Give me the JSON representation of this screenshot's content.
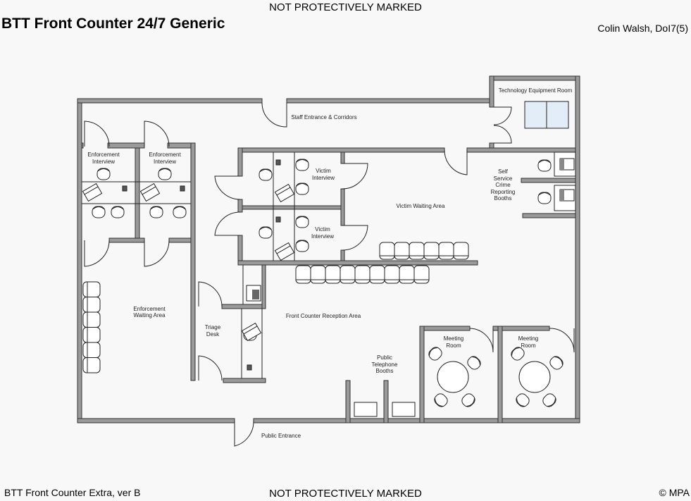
{
  "header": {
    "marking_top": "NOT PROTECTIVELY MARKED",
    "title": "BTT Front Counter 24/7 Generic",
    "author": "Colin Walsh, DoI7(5)"
  },
  "footer": {
    "version": "BTT Front Counter Extra, ver B",
    "marking_bottom": "NOT PROTECTIVELY MARKED",
    "copyright": "© MPA"
  },
  "rooms": {
    "staff_entrance": "Staff Entrance & Corridors",
    "tech_room": "Technology Equipment Room",
    "enf_interview_1": [
      "Enforcement",
      "Interview"
    ],
    "enf_interview_2": [
      "Enforcement",
      "Interview"
    ],
    "victim_interview_1": [
      "Victim",
      "Interview"
    ],
    "victim_interview_2": [
      "Victim",
      "Interview"
    ],
    "victim_waiting": "Victim Waiting Area",
    "self_service": [
      "Self",
      "Service",
      "Crime",
      "Reporting",
      "Booths"
    ],
    "enf_waiting": [
      "Enforcement",
      "Waiting Area"
    ],
    "triage": [
      "Triage",
      "Desk"
    ],
    "reception": "Front Counter Reception Area",
    "phone_booths": [
      "Public",
      "Telephone",
      "Booths"
    ],
    "meeting_1": [
      "Meeting",
      "Room"
    ],
    "meeting_2": [
      "Meeting",
      "Room"
    ],
    "public_entrance": "Public Entrance"
  },
  "colors": {
    "wall": "#9a9a9a",
    "equipment": "#e3edf7"
  }
}
